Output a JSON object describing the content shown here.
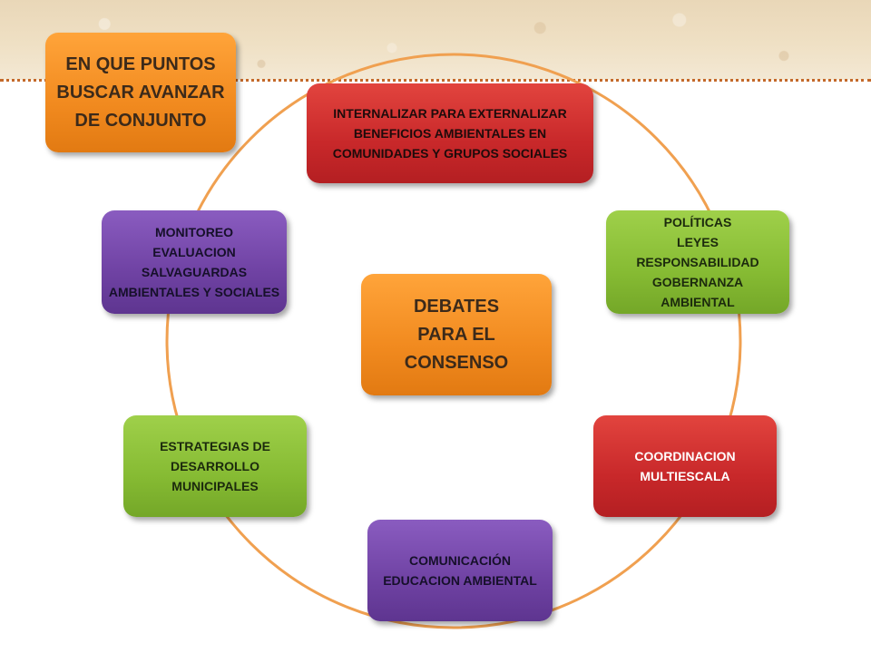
{
  "title_box": {
    "text": "EN QUE PUNTOS\nBUSCAR AVANZAR\nDE CONJUNTO"
  },
  "center_box": {
    "text": "DEBATES\nPARA EL\nCONSENSO"
  },
  "nodes": [
    {
      "text": "INTERNALIZAR PARA EXTERNALIZAR\nBENEFICIOS AMBIENTALES EN\nCOMUNIDADES  Y GRUPOS SOCIALES",
      "color": "red"
    },
    {
      "text": "POLÍTICAS\nLEYES\nRESPONSABILIDAD\nGOBERNANZA\nAMBIENTAL",
      "color": "green"
    },
    {
      "text": "COORDINACION\nMULTIESCALA",
      "color": "red"
    },
    {
      "text": "COMUNICACIÓN\nEDUCACION AMBIENTAL",
      "color": "purple"
    },
    {
      "text": "ESTRATEGIAS DE\nDESARROLLO\nMUNICIPALES",
      "color": "green"
    },
    {
      "text": "MONITOREO\nEVALUACION\nSALVAGUARDAS\nAMBIENTALES Y SOCIALES",
      "color": "purple"
    }
  ],
  "colors": {
    "orange": "#f18a1f",
    "red": "#c8282a",
    "green": "#86bb33",
    "purple": "#6f42a3",
    "ring": "#f0a050"
  }
}
